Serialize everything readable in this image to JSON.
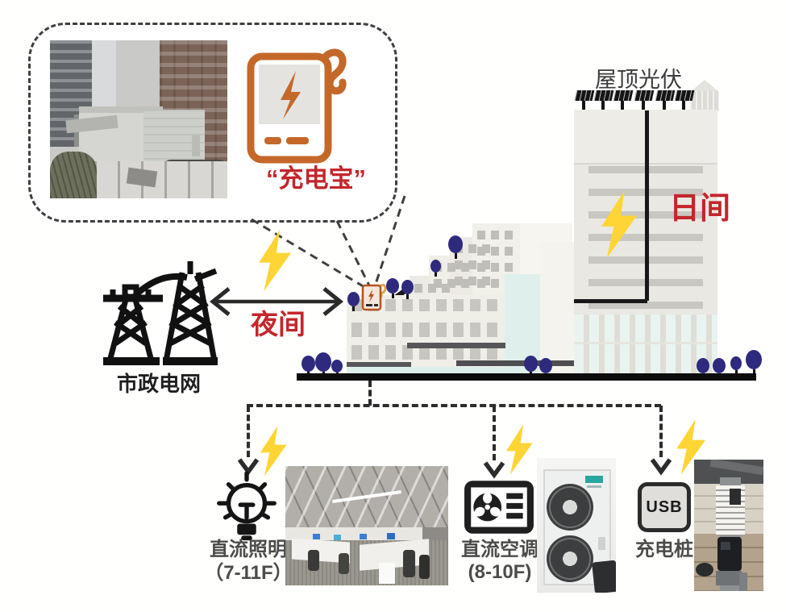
{
  "diagram_title": "DC building microgrid diagram",
  "labels": {
    "battery_callout": "“充电宝”",
    "rooftop_pv": "屋顶光伏",
    "daytime": "日间",
    "night": "夜间",
    "municipal_grid": "市政电网",
    "usb": "USB",
    "dc_lighting": "直流照明",
    "dc_lighting_floors": "（7-11F）",
    "dc_ac": "直流空调",
    "dc_ac_floors": "(8-10F)",
    "charging_pile": "充电桩"
  },
  "icons": {
    "power_bank": "power-bank-battery-icon (orange rounded box, lightning bolt, cable)",
    "mini_power_bank": "mini-power-bank-icon on building roof",
    "transmission_tower": "transmission-tower-icon (municipal grid)",
    "lightning_bolt": "yellow-lightning-bolt-icon",
    "double_arrow": "bidirectional-arrow-icon",
    "left_arrow": "left-arrowhead on day power line",
    "down_arrow": "dashed-down-arrow to loads",
    "light_bulb": "light-bulb-icon (DC lighting)",
    "ac_controller": "air-conditioner-controller-icon (fan + list)",
    "usb_square": "usb-charging-icon"
  },
  "photos": {
    "battery_room": "rooftop battery/substation cabinets photo",
    "office": "open-plan DC-lighting office photo",
    "ac_unit": "DC VRV outdoor air-conditioning unit photo",
    "charging_pile": "USB charging pile in garage photo"
  },
  "colors": {
    "accent_orange": "#c4682a",
    "label_red": "#c3262b",
    "bolt_yellow": "#ffd535",
    "tree_navy": "#2e2a7e",
    "line_black": "#181818",
    "building_beige": "#efeee7",
    "window_gray": "#c7c6c0",
    "glass_cyan": "#dff0ec"
  }
}
